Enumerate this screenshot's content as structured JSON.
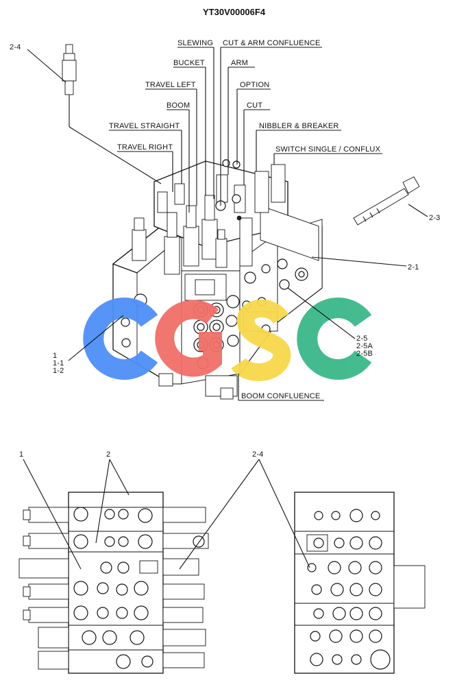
{
  "title": "YT30V00006F4",
  "colors": {
    "watermark_blue": "#4f8ff7",
    "watermark_red": "#f06f68",
    "watermark_yellow": "#f8d74a",
    "watermark_green": "#3bb88a",
    "line": "#111111"
  },
  "watermark": "CGSC",
  "callouts_top": {
    "slewing": "SLEWING",
    "cut_arm_confluence": "CUT & ARM CONFLUENCE",
    "bucket": "BUCKET",
    "arm": "ARM",
    "travel_left": "TRAVEL LEFT",
    "option": "OPTION",
    "boom": "BOOM",
    "cut": "CUT",
    "travel_straight": "TRAVEL STRAIGHT",
    "nibbler_breaker": "NIBBLER & BREAKER",
    "travel_right": "TRAVEL RIGHT",
    "switch_single_conflux": "SWITCH SINGLE / CONFLUX",
    "boom_confluence": "BOOM CONFLUENCE"
  },
  "part_refs_top": {
    "p2_4": "2-4",
    "p2_3": "2-3",
    "p2_1": "2-1",
    "p1": "1",
    "p1_1": "1-1",
    "p1_2": "1-2",
    "p2_5": "2-5",
    "p2_5a": "2-5A",
    "p2_5b": "2-5B"
  },
  "part_refs_bottom": {
    "p1": "1",
    "p2": "2",
    "p2_4": "2-4"
  }
}
